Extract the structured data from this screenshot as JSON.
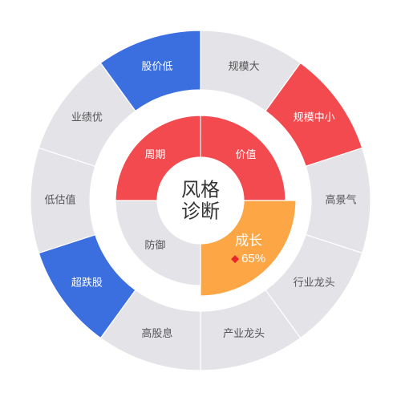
{
  "chart_data": {
    "type": "pie",
    "title": "",
    "center_label": [
      "风格",
      "诊断"
    ],
    "outer_ring": {
      "categories": [
        "规模大",
        "规模中小",
        "高景气",
        "行业龙头",
        "产业龙头",
        "高股息",
        "超跌股",
        "低估值",
        "业绩优",
        "股价低"
      ],
      "highlighted": [
        "规模中小",
        "超跌股",
        "股价低"
      ],
      "highlight_colors": {
        "规模中小": "#f24a4e",
        "超跌股": "#3b6fe0",
        "股价低": "#3b6fe0"
      }
    },
    "inner_ring": {
      "categories": [
        "价值",
        "成长",
        "防御",
        "周期"
      ],
      "highlighted": [
        "价值",
        "成长",
        "周期"
      ],
      "highlight_colors": {
        "价值": "#f24a4e",
        "成长": "#fca645",
        "周期": "#f24a4e"
      },
      "highlighted_value": {
        "category": "成长",
        "label": "成长",
        "value": "65%"
      }
    },
    "colors": {
      "inactive": "#e3e3e8",
      "inactive_text": "#555555",
      "active_text": "#ffffff",
      "marker": "#e8262b"
    }
  }
}
